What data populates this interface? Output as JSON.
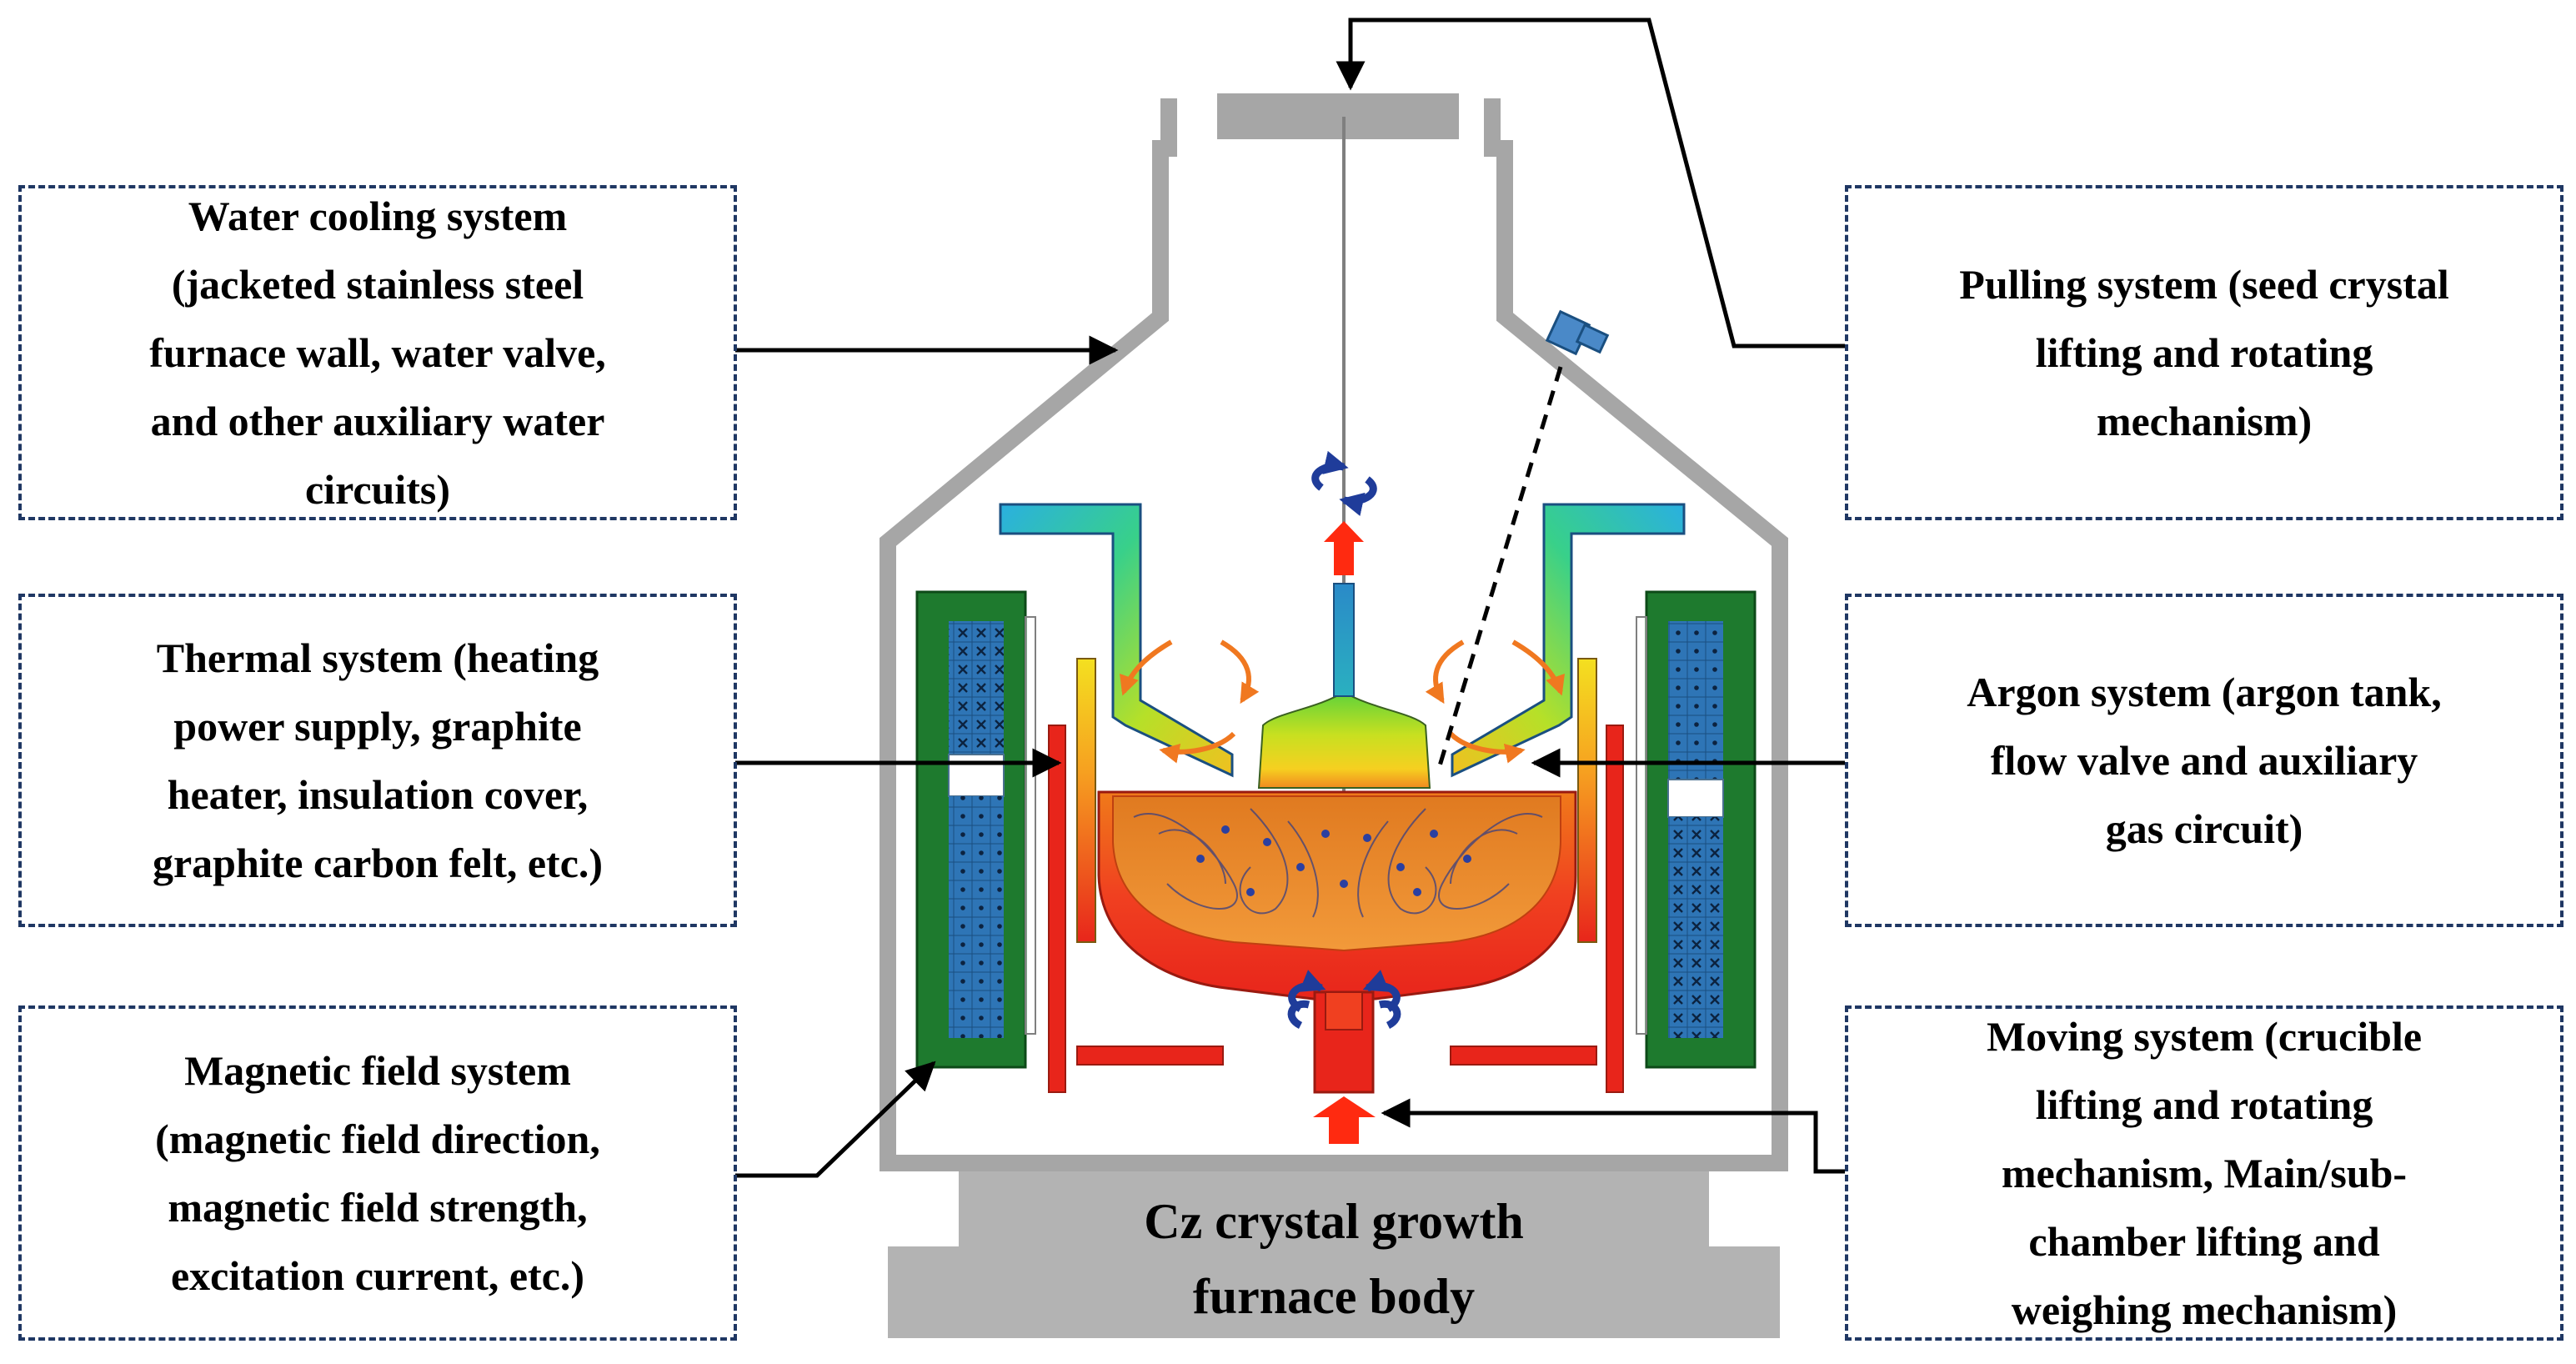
{
  "colors": {
    "box_border": "#1f3763",
    "furnace_grey": "#a6a6a6",
    "base_grey": "#b3b3b3",
    "magnet_green": "#1e7a2e",
    "coil_blue": "#2e75b6",
    "heater_red": "#e8251b",
    "arrow_red": "#ff2a10",
    "flow_orange": "#f07820",
    "rotation_blue": "#1f3c9a",
    "gas_inlet_blue": "#4a89c8"
  },
  "labels": {
    "water_cooling": {
      "name": "water-cooling-system-label",
      "lines": [
        "Water cooling system",
        "(jacketed stainless steel",
        "furnace wall, water valve,",
        "and other auxiliary water",
        "circuits)"
      ]
    },
    "thermal": {
      "name": "thermal-system-label",
      "lines": [
        "Thermal system (heating",
        "power supply, graphite",
        "heater, insulation cover,",
        "graphite carbon felt, etc.)"
      ]
    },
    "magnetic": {
      "name": "magnetic-field-system-label",
      "lines": [
        "Magnetic field system",
        "(magnetic field direction,",
        "magnetic field strength,",
        "excitation current, etc.)"
      ]
    },
    "pulling": {
      "name": "pulling-system-label",
      "lines": [
        "Pulling system (seed crystal",
        "lifting and rotating",
        "mechanism)"
      ]
    },
    "argon": {
      "name": "argon-system-label",
      "lines": [
        "Argon system (argon tank,",
        "flow valve and auxiliary",
        "gas circuit)"
      ]
    },
    "moving": {
      "name": "moving-system-label",
      "lines": [
        "Moving system (crucible",
        "lifting and rotating",
        "mechanism, Main/sub-",
        "chamber lifting and",
        "weighing mechanism)"
      ]
    }
  },
  "furnace_body": {
    "lines": [
      "Cz crystal growth",
      "furnace body"
    ]
  },
  "icons": [
    "seed-rotation-icon",
    "crucible-rotation-icon-left",
    "crucible-rotation-icon-right",
    "crystal-lift-arrow-icon",
    "crucible-lift-arrow-icon"
  ]
}
